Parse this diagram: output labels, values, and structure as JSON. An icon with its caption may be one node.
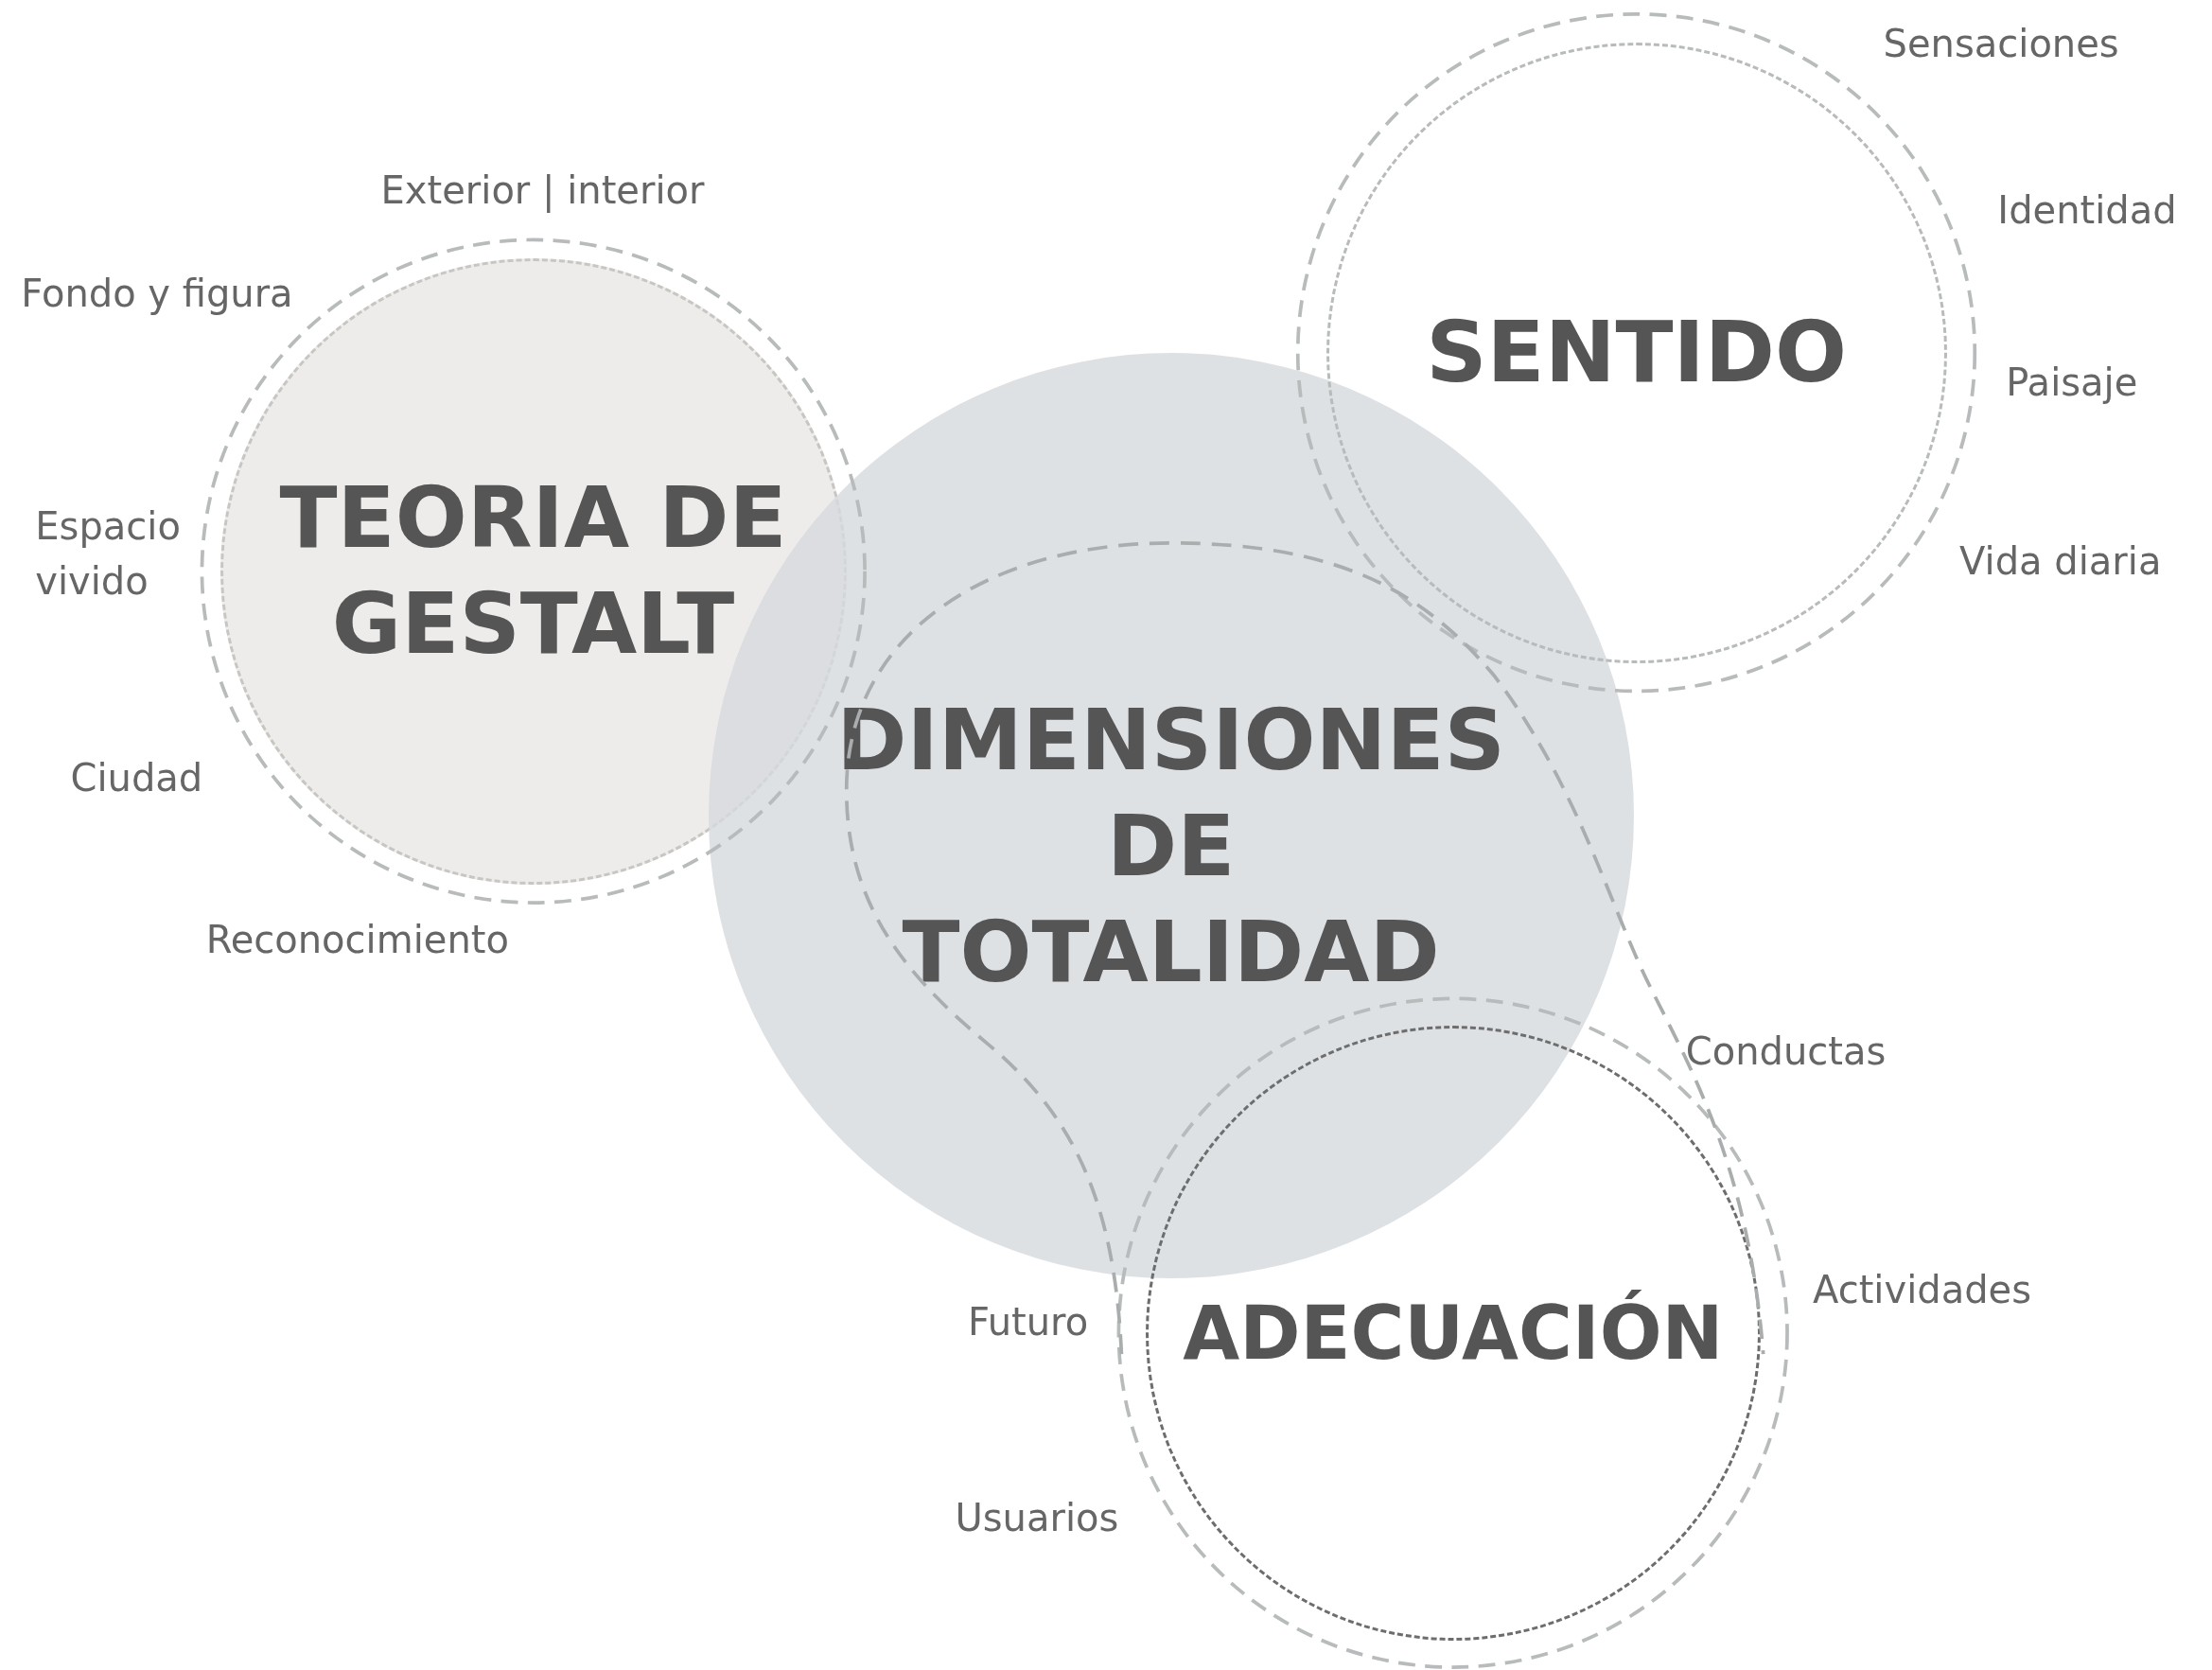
{
  "diagram": {
    "nodes": [
      {
        "text": [
          "TEORIA DE GESTALT"
        ]
      },
      {
        "text": [
          "SENTIDO"
        ]
      },
      {
        "text": [
          "DIMENSIONES DE TOTALIDAD"
        ]
      },
      {
        "text": [
          "ADECUACIÓN"
        ]
      }
    ],
    "edges": [],
    "labels": [
      "Sensaciones",
      "Exterior | interior",
      "Identidad",
      "Fondo y figura",
      "Paisaje",
      "Espacio vivido",
      "Vida diaria",
      "Ciudad",
      "Reconocimiento",
      "Conductas",
      "Actividades",
      "Futuro",
      "Usuarios"
    ]
  }
}
